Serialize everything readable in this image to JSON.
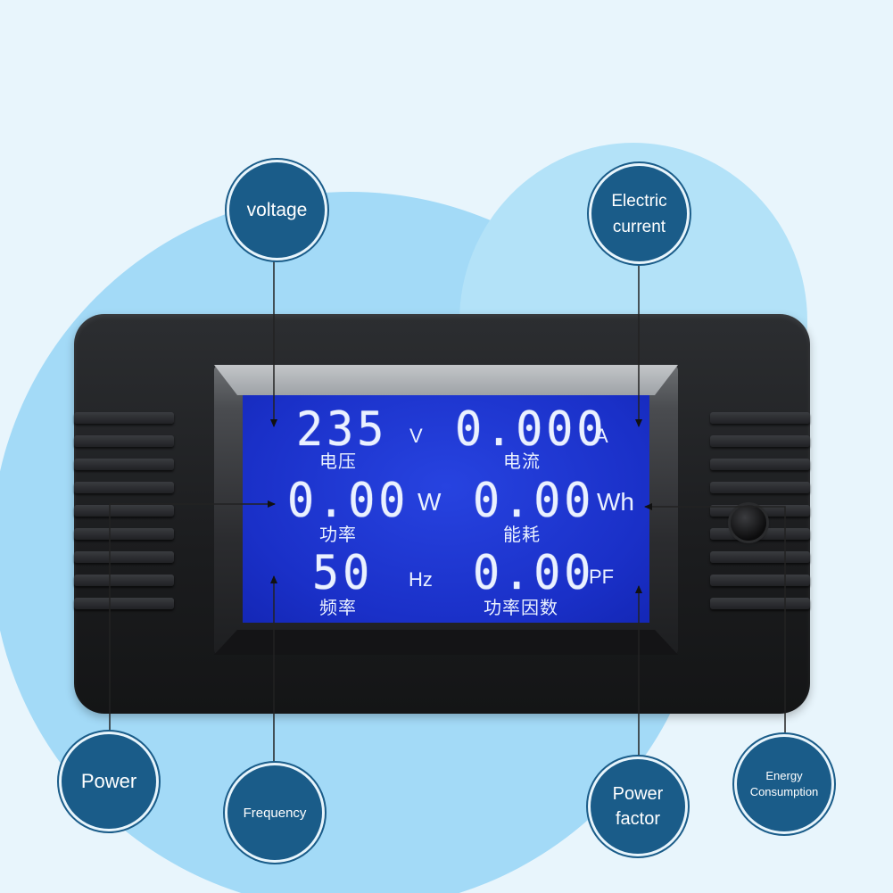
{
  "callouts": {
    "voltage": "voltage",
    "electric_current_line1": "Electric",
    "electric_current_line2": "current",
    "power": "Power",
    "frequency": "Frequency",
    "power_factor_line1": "Power",
    "power_factor_line2": "factor",
    "energy_line1": "Energy",
    "energy_line2": "Consumption"
  },
  "display": {
    "voltage_value": "235",
    "voltage_unit": "V",
    "voltage_label": "电压",
    "current_value": "0.000",
    "current_unit": "A",
    "current_label": "电流",
    "power_value": "0.00",
    "power_unit": "W",
    "power_label": "功率",
    "energy_value": "0.00",
    "energy_unit": "Wh",
    "energy_label": "能耗",
    "frequency_value": "50",
    "frequency_unit": "Hz",
    "frequency_label": "频率",
    "pf_value": "0.00",
    "pf_unit": "PF",
    "pf_label": "功率因数"
  },
  "colors": {
    "callout_fill": "#1a5c89",
    "lcd_background": "#1f35d2",
    "lcd_text": "#eaf1ff",
    "meter_body": "#1b1c1e",
    "background": "#e8f5fc",
    "blob": "#a3daf7"
  }
}
